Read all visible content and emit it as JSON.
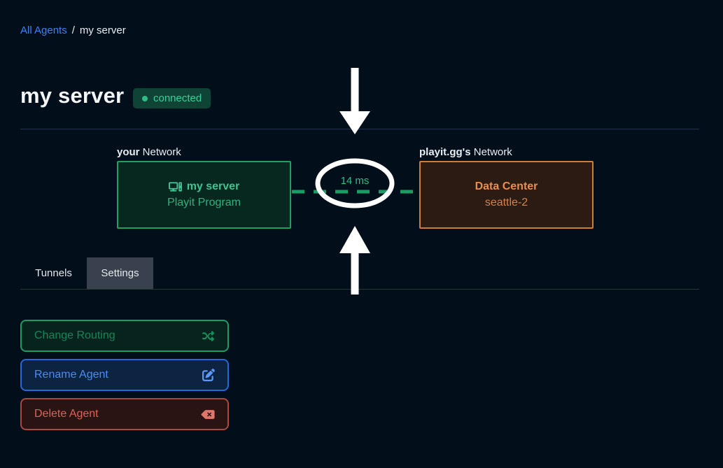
{
  "breadcrumb": {
    "link": "All Agents",
    "separator": "/",
    "current": "my server"
  },
  "header": {
    "title": "my server",
    "status_label": "connected"
  },
  "diagram": {
    "left": {
      "label_bold": "your",
      "label_rest": " Network",
      "box_title": "my server",
      "box_subtitle": "Playit Program",
      "icon": "computer-icon"
    },
    "right": {
      "label_bold": "playit.gg's",
      "label_rest": " Network",
      "box_title": "Data Center",
      "box_subtitle": "seattle-2"
    },
    "latency": "14 ms"
  },
  "tabs": [
    {
      "label": "Tunnels",
      "active": false
    },
    {
      "label": "Settings",
      "active": true
    }
  ],
  "actions": [
    {
      "label": "Change Routing",
      "icon": "shuffle-icon",
      "variant": "green"
    },
    {
      "label": "Rename Agent",
      "icon": "edit-icon",
      "variant": "blue"
    },
    {
      "label": "Delete Agent",
      "icon": "backspace-icon",
      "variant": "red"
    }
  ],
  "annotations": {
    "shapes": [
      "arrow-down",
      "ellipse-highlight",
      "arrow-up"
    ],
    "color": "#ffffff"
  },
  "colors": {
    "background": "#030e1b",
    "link_blue": "#3b82f6",
    "divider": "#223450",
    "badge_bg": "#0f4336",
    "badge_text": "#36d29a",
    "agent_border": "#209f65",
    "agent_bg": "#07281f",
    "agent_text": "#3fc392",
    "dc_border": "#cf7c36",
    "dc_bg": "#2b1b12",
    "dc_text": "#ea8e50",
    "dash_line": "#1a9e66",
    "latency_text": "#2fbd84",
    "tab_active_bg": "#38414d",
    "btn_green_border": "#1d9c63",
    "btn_blue_border": "#2767d9",
    "btn_red_border": "#a8493c"
  }
}
